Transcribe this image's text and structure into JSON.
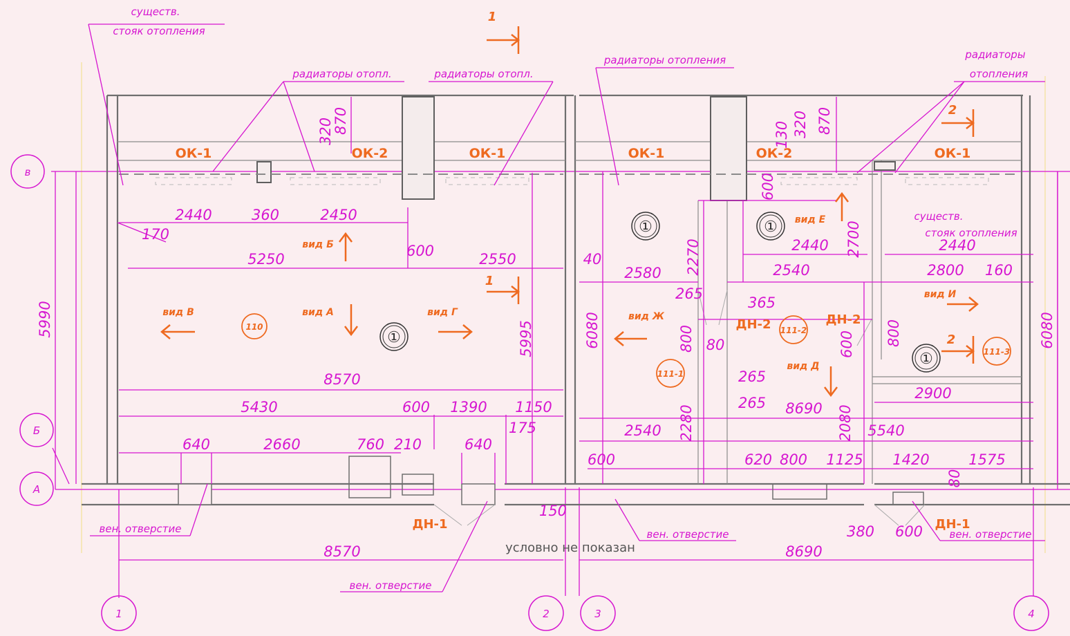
{
  "axes": {
    "rows": [
      "в",
      "Б",
      "А"
    ],
    "columns": [
      "1",
      "2",
      "3",
      "4"
    ]
  },
  "leaders": {
    "riser_existing_1": "существ.",
    "riser_existing_2": "стояк отопления",
    "radiators_1": "радиаторы отопл.",
    "radiators_2": "радиаторы отопл.",
    "radiators_3": "радиаторы отопления",
    "radiators_4a": "радиаторы",
    "radiators_4b": "отопления",
    "riser_right_1": "существ.",
    "riser_right_2": "стояк отопления",
    "vent_1": "вен. отверстие",
    "vent_2": "вен. отверстие",
    "vent_3": "вен. отверстие",
    "vent_4": "вен. отверстие",
    "not_shown": "условно не показан"
  },
  "marks": {
    "window": [
      "ОК-1",
      "ОК-2",
      "ОК-1",
      "ОК-1",
      "ОК-2",
      "ОК-1"
    ],
    "doors": [
      "ДН-1",
      "ДН-2",
      "ДН-2",
      "ДН-1"
    ]
  },
  "sections": [
    "1",
    "1",
    "2",
    "2"
  ],
  "views": [
    "вид Б",
    "вид В",
    "вид А",
    "вид Г",
    "вид Ж",
    "вид Е",
    "вид Д",
    "вид И"
  ],
  "rooms": [
    "110",
    "111-1",
    "111-2",
    "111-3"
  ],
  "callouts": [
    "①",
    "①",
    "①",
    "①"
  ],
  "dims": {
    "top_320a": "320",
    "top_870a": "870",
    "top_130": "130",
    "top_320b": "320",
    "top_870b": "870",
    "d2440a": "2440",
    "d360": "360",
    "d2450": "2450",
    "d170": "170",
    "d5250": "5250",
    "d600a": "600",
    "d2550": "2550",
    "d5995": "5995",
    "d5990": "5990",
    "d8570a": "8570",
    "d5430": "5430",
    "d600b": "600",
    "d1390": "1390",
    "d1150": "1150",
    "d175": "175",
    "d640a": "640",
    "d2660": "2660",
    "d760": "760",
    "d210": "210",
    "d640b": "640",
    "d8570b": "8570",
    "d150": "150",
    "d40": "40",
    "d2580": "2580",
    "d6080a": "6080",
    "d265a": "265",
    "d365": "365",
    "d2270": "2270",
    "d600c": "600",
    "d2440b": "2440",
    "d2540a": "2540",
    "d2700": "2700",
    "d2440c": "2440",
    "d2800": "2800",
    "d160": "160",
    "d800a": "800",
    "d80a": "80",
    "d800b": "800",
    "d600d": "600",
    "d2900": "2900",
    "d6080b": "6080",
    "d265b": "265",
    "d265c": "265",
    "d8690a": "8690",
    "d2280": "2280",
    "d2540b": "2540",
    "d2080": "2080",
    "d5540": "5540",
    "d600e": "600",
    "d620": "620",
    "d800c": "800",
    "d1125": "1125",
    "d1420": "1420",
    "d80b": "80",
    "d1575": "1575",
    "d380": "380",
    "d600f": "600",
    "d8690b": "8690"
  }
}
